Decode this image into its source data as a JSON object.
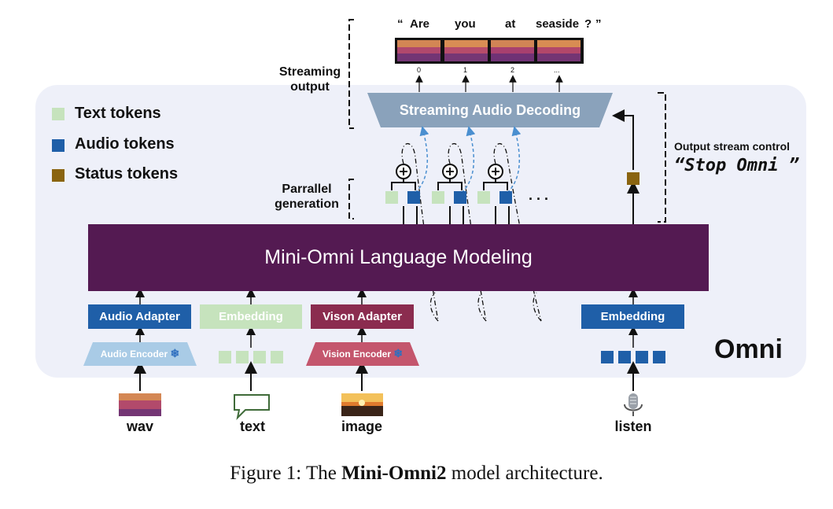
{
  "legend": {
    "text_tokens": "Text tokens",
    "audio_tokens": "Audio tokens",
    "status_tokens": "Status tokens"
  },
  "colors": {
    "text_token": "#c6e3bd",
    "audio_token": "#1f5fa8",
    "status_token": "#8a6410",
    "lm": "#541a52",
    "decoder": "#8aa2bb",
    "panel": "#eef0f9"
  },
  "transcript": {
    "q1": "“",
    "w1": "Are",
    "w2": "you",
    "w3": "at",
    "w4": "seaside",
    "w5": "?",
    "q2": "”"
  },
  "indices": [
    "0",
    "1",
    "2",
    "..."
  ],
  "streaming_output_label": "Streaming output",
  "streaming_decoder_label": "Streaming Audio Decoding",
  "output_control_label": "Output stream control",
  "stop_omni_label": "“Stop Omni ”",
  "parallel_generation_label": "Parrallel generation",
  "ellipsis": ". . .",
  "lm_label": "Mini-Omni  Language Modeling",
  "audio_adapter": "Audio Adapter",
  "embedding_text": "Embedding",
  "vision_adapter": "Vison Adapter",
  "embedding_listen": "Embedding",
  "audio_encoder": "Audio Encoder",
  "vision_encoder": "Vision Encoder",
  "omni_label": "Omni",
  "inputs": {
    "wav": "wav",
    "text": "text",
    "image": "image",
    "listen": "listen"
  },
  "caption": {
    "prefix": "Figure 1: The ",
    "bold": "Mini-Omni2",
    "suffix": " model architecture."
  }
}
